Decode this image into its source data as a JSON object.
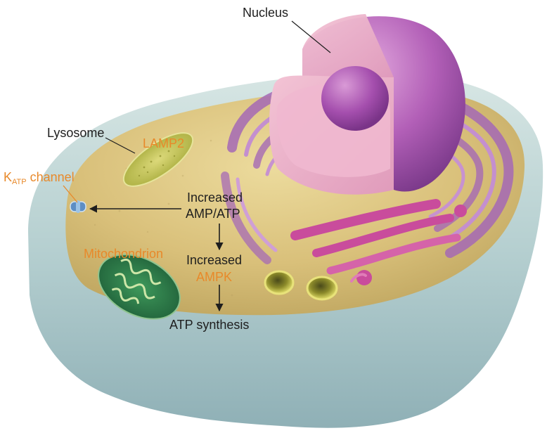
{
  "labels": {
    "nucleus": "Nucleus",
    "lysosome": "Lysosome",
    "lamp2": "LAMP2",
    "katp_k": "K",
    "katp_sub": "ATP",
    "katp_channel": "channel",
    "increased_1": "Increased",
    "amp_atp": "AMP/ATP",
    "mitochondrion": "Mitochondrion",
    "increased_2": "Increased",
    "ampk": "AMPK",
    "atp_synthesis": "ATP synthesis"
  },
  "colors": {
    "dark_label": "#1e1e1e",
    "orange_label": "#e8892a",
    "cytoplasm": "#d9c07a",
    "membrane": "#b9d3d3",
    "nucleus": "#b45fb8",
    "er": "#a569b5",
    "golgi": "#c94c9c",
    "mitochondrion": "#2e7a48",
    "lysosome": "#c7c95a"
  }
}
